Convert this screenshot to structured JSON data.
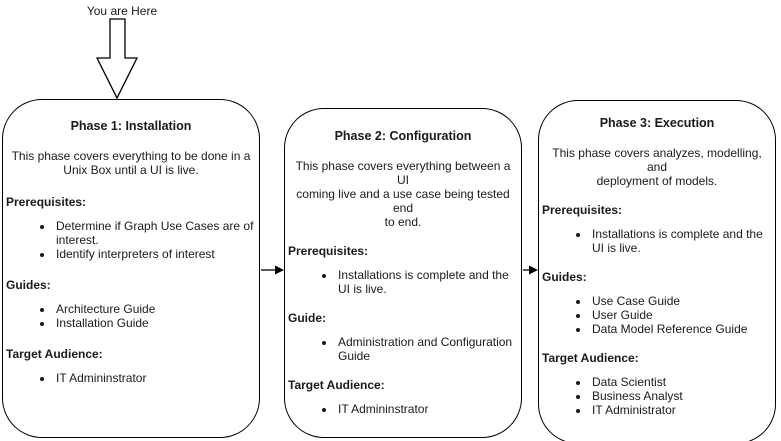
{
  "colors": {
    "background": "#ffffff",
    "line": "#000000",
    "text": "#1a1a1a"
  },
  "marker": {
    "label": "You are Here"
  },
  "phases": [
    {
      "title": "Phase 1: Installation",
      "description": "This phase covers everything to be done in a\nUnix Box until a UI is live.",
      "sections": [
        {
          "heading": "Prerequisites:",
          "items": [
            "Determine if Graph Use Cases are of interest.",
            "Identify interpreters of interest"
          ]
        },
        {
          "heading": "Guides:",
          "items": [
            "Architecture Guide",
            "Installation Guide"
          ]
        },
        {
          "heading": "Target Audience:",
          "items": [
            "IT Admininstrator"
          ]
        }
      ]
    },
    {
      "title": "Phase 2: Configuration",
      "description": "This phase covers everything between a UI\ncoming live and a use case being tested end\nto end.",
      "sections": [
        {
          "heading": "Prerequisites:",
          "items": [
            "Installations is complete and the UI is live."
          ]
        },
        {
          "heading": "Guide:",
          "items": [
            "Administration and Configuration Guide"
          ]
        },
        {
          "heading": "Target Audience:",
          "items": [
            "IT Admininstrator"
          ]
        }
      ]
    },
    {
      "title": "Phase 3: Execution",
      "description": "This phase covers analyzes, modelling, and\ndeployment of models.",
      "sections": [
        {
          "heading": "Prerequisites:",
          "items": [
            "Installations is complete and the UI is live."
          ]
        },
        {
          "heading": "Guides:",
          "items": [
            "Use Case Guide",
            "User Guide",
            "Data Model Reference Guide"
          ]
        },
        {
          "heading": "Target Audience:",
          "items": [
            "Data Scientist",
            "Business Analyst",
            "IT Administrator"
          ]
        }
      ]
    }
  ]
}
